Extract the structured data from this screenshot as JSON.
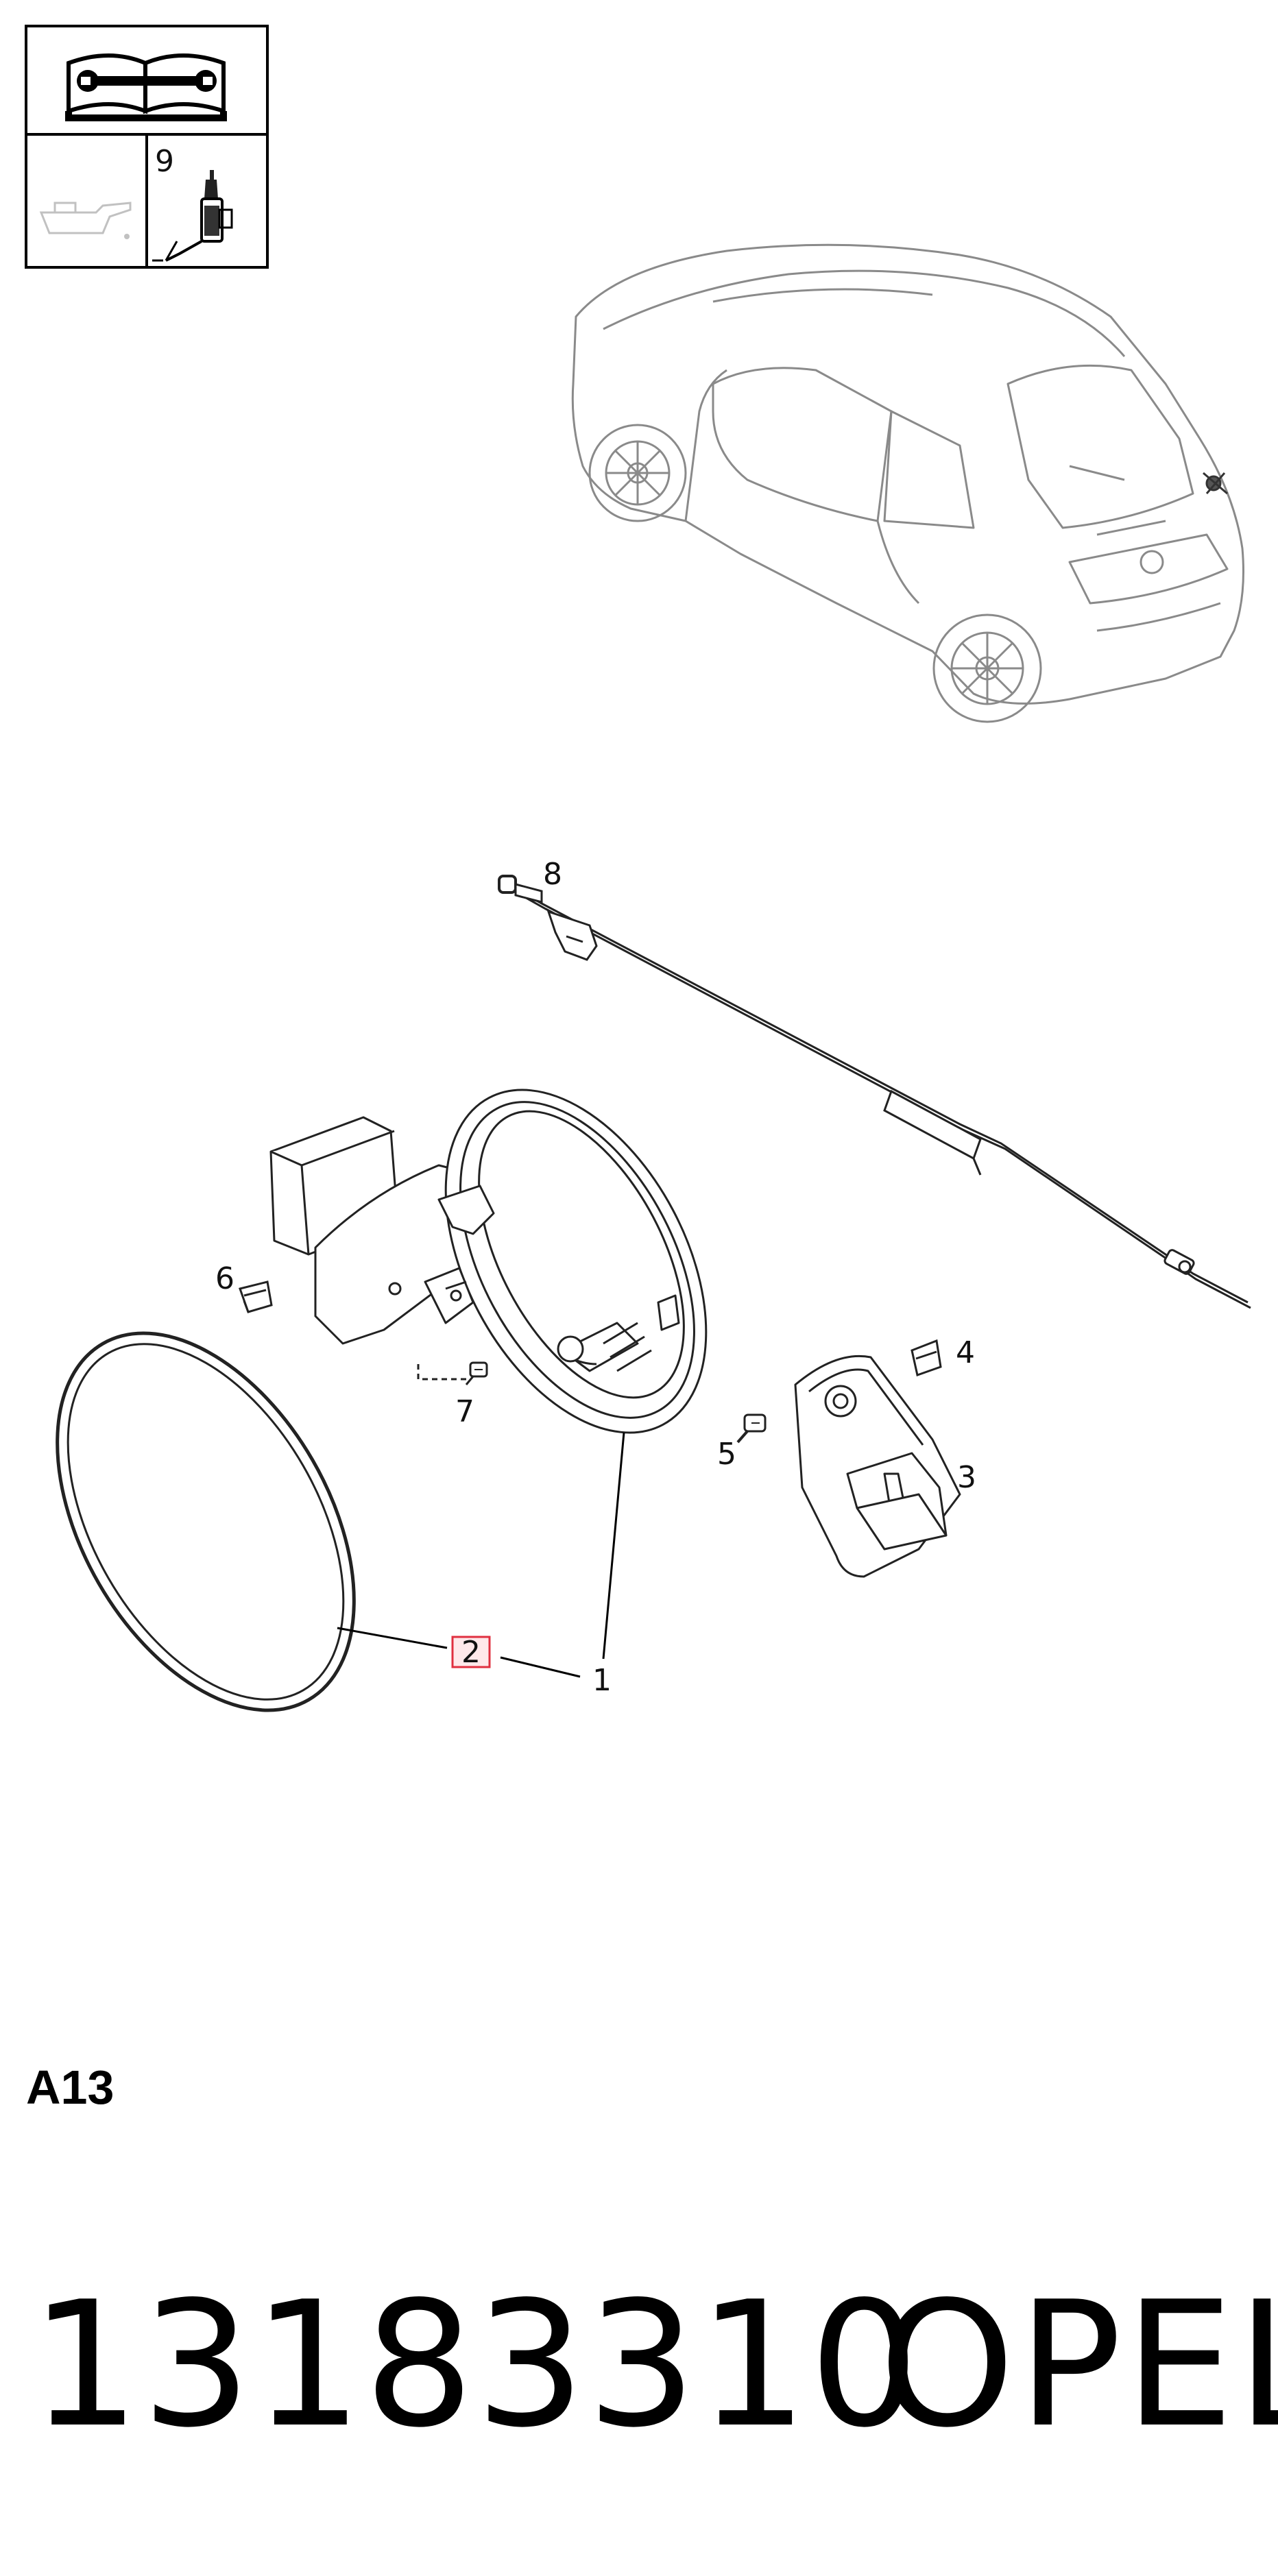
{
  "legend_box": {
    "note_number": "9"
  },
  "callouts": {
    "c1": "1",
    "c2": "2",
    "c3": "3",
    "c4": "4",
    "c5": "5",
    "c6": "6",
    "c7": "7",
    "c8": "8"
  },
  "highlight_color": "#e03040",
  "section_code": "A13",
  "part_number": "13183310",
  "brand": "OPEL"
}
